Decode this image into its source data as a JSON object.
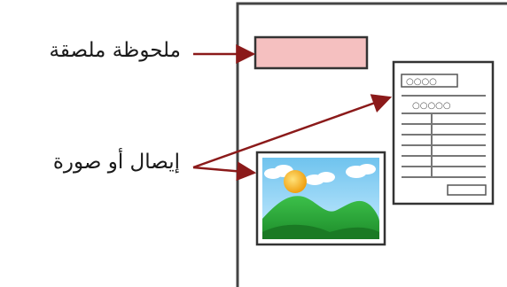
{
  "labels": {
    "sticky_note": "ملحوظة ملصقة",
    "receipt_or_photo": "إيصال أو صورة"
  },
  "receipt": {
    "header_circles": "○○○○",
    "row_circles": "○○○○○"
  },
  "colors": {
    "arrow": "#8b1a1a",
    "page_border": "#444444",
    "sticky_fill": "#f5c0c0",
    "sky": "#8fd0f0",
    "sun": "#f5b020",
    "hills": "#2eaa3a"
  },
  "icons": [
    "document-page",
    "sticky-note",
    "receipt-icon",
    "photo-icon",
    "arrow"
  ]
}
